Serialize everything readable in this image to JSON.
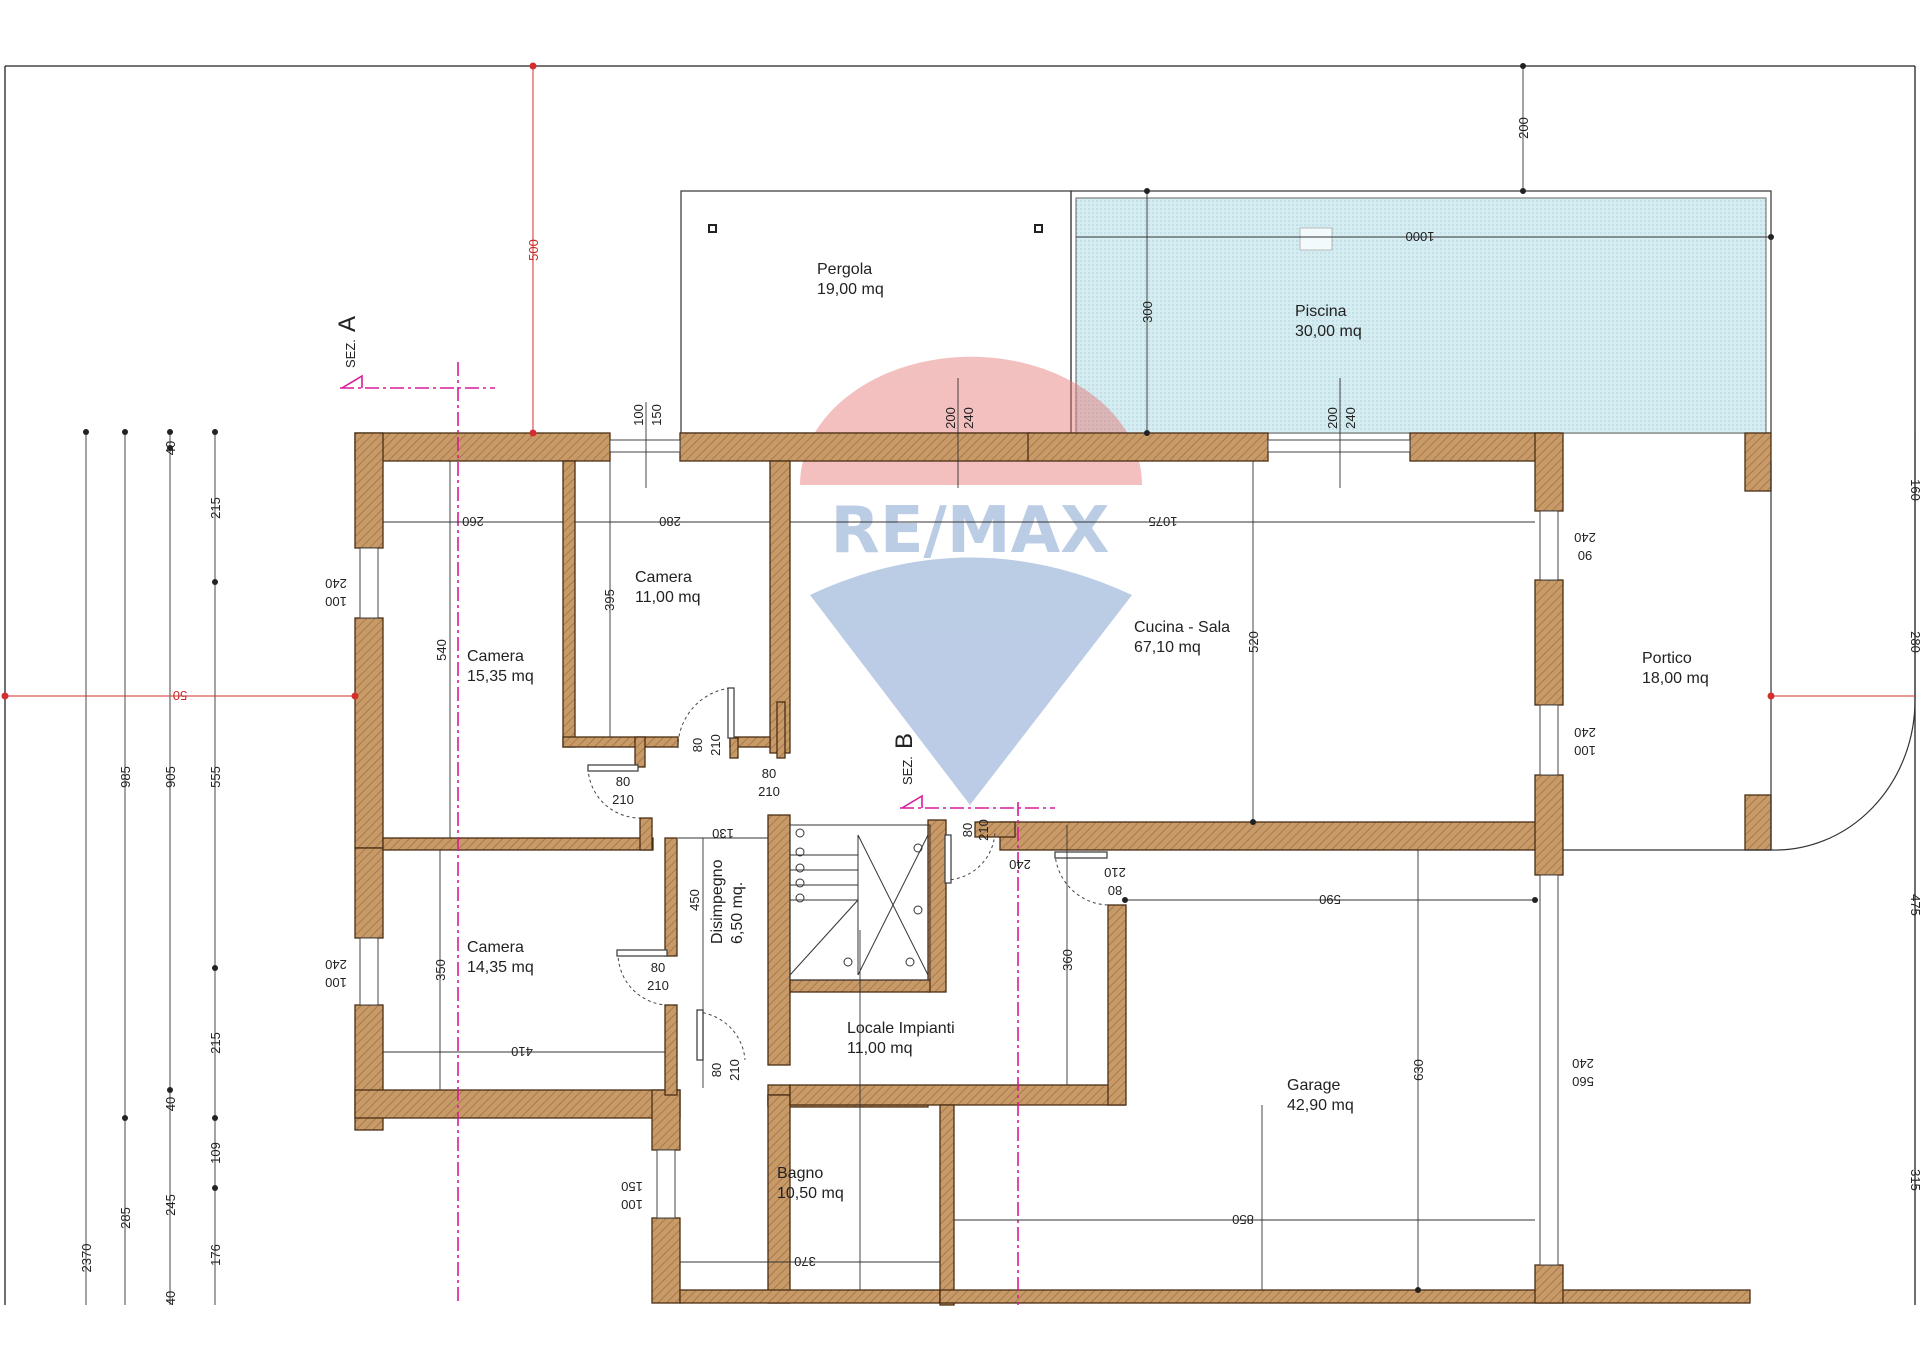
{
  "watermark": {
    "text": "RE/MAX"
  },
  "rooms": [
    {
      "name": "Pergola",
      "area": "19,00 mq"
    },
    {
      "name": "Piscina",
      "area": "30,00 mq"
    },
    {
      "name": "Camera",
      "area": "11,00 mq"
    },
    {
      "name": "Camera",
      "area": "15,35 mq"
    },
    {
      "name": "Cucina - Sala",
      "area": "67,10 mq"
    },
    {
      "name": "Portico",
      "area": "18,00 mq"
    },
    {
      "name": "Camera",
      "area": "14,35 mq"
    },
    {
      "name": "Disimpegno",
      "area": "6,50 mq."
    },
    {
      "name": "Locale Impianti",
      "area": "11,00 mq"
    },
    {
      "name": "Garage",
      "area": "42,90 mq"
    },
    {
      "name": "Bagno",
      "area": "10,50 mq"
    }
  ],
  "sections": [
    {
      "prefix": "SEZ.",
      "letter": "A"
    },
    {
      "prefix": "SEZ.",
      "letter": "B"
    }
  ],
  "dims": {
    "d500": "500",
    "d200top": "200",
    "d1000": "1000",
    "d300": "300",
    "d100": "100",
    "d150": "150",
    "d200a": "200",
    "d240a": "240",
    "d200b": "200",
    "d240b": "240",
    "d260": "260",
    "d280": "280",
    "d1075": "1075",
    "w240a": "240",
    "w100a": "100",
    "w240b": "240",
    "w90": "90",
    "d540": "540",
    "d395": "395",
    "d520": "520",
    "d50": "50",
    "w240c": "240",
    "w100c": "100",
    "d80a": "80",
    "d210a": "210",
    "d80b": "80",
    "d210b": "210",
    "d80v": "80",
    "d210v": "210",
    "d130": "130",
    "d450": "450",
    "d80c": "80",
    "d210c": "210",
    "d240c": "240",
    "d210d": "210",
    "d80d": "80",
    "d590": "590",
    "d360": "360",
    "w240d": "240",
    "w100d": "100",
    "d350": "350",
    "d80e": "80",
    "d210e": "210",
    "d410": "410",
    "d80f": "80",
    "d210f": "210",
    "d630": "630",
    "w240e": "240",
    "w560": "560",
    "w150": "150",
    "w100e": "100",
    "d370": "370",
    "d850": "850",
    "l40a": "40",
    "l215a": "215",
    "l985": "985",
    "l905": "905",
    "l555": "555",
    "l215b": "215",
    "l40b": "40",
    "l109": "109",
    "l2370": "2370",
    "l285": "285",
    "l245": "245",
    "l176": "176",
    "l40c": "40",
    "r160": "160",
    "r280": "280",
    "r475": "475",
    "r315": "315"
  },
  "colors": {
    "wall": "#c89a68",
    "wall_border": "#4a2e14",
    "pool": "#cfe8ee",
    "section_line": "#d81b9a",
    "red_dim": "#d32f2f",
    "watermark_red": "#e57373",
    "watermark_blue": "#6b8fc7"
  }
}
